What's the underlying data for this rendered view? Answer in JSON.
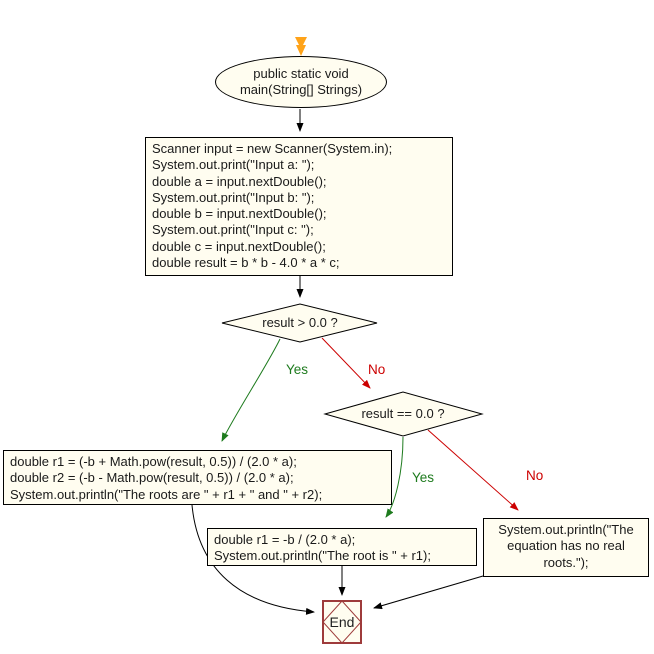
{
  "colors": {
    "shape_fill": "#FFFDF0",
    "shape_border": "#000000",
    "yes_green": "#1E7B1E",
    "no_red": "#CC0000",
    "end_border": "#9E3B3B",
    "start_arrow_orange": "#FFA319"
  },
  "nodes": {
    "start": {
      "label": "public static void main(String[] Strings)"
    },
    "declarations": {
      "lines": [
        "Scanner input = new Scanner(System.in);",
        "System.out.print(\"Input a: \");",
        "double a = input.nextDouble();",
        "System.out.print(\"Input b: \");",
        "double b = input.nextDouble();",
        "System.out.print(\"Input c: \");",
        "double c = input.nextDouble();",
        "double result = b * b - 4.0 * a * c;"
      ]
    },
    "decision_result_positive": {
      "condition": "result > 0.0 ?"
    },
    "decision_result_zero": {
      "condition": "result == 0.0 ?"
    },
    "two_roots": {
      "lines": [
        "double r1 = (-b + Math.pow(result, 0.5)) / (2.0 * a);",
        "double r2 = (-b - Math.pow(result, 0.5)) / (2.0 * a);",
        "System.out.println(\"The roots are \" + r1 + \" and \" + r2);"
      ]
    },
    "one_root": {
      "lines": [
        "double r1 = -b / (2.0 * a);",
        "System.out.println(\"The root is \" + r1);"
      ]
    },
    "no_real_roots": {
      "text": "System.out.println(\"The equation has no real roots.\");"
    },
    "end": {
      "label": "End"
    }
  },
  "edge_labels": {
    "yes1": "Yes",
    "no1": "No",
    "yes2": "Yes",
    "no2": "No"
  }
}
